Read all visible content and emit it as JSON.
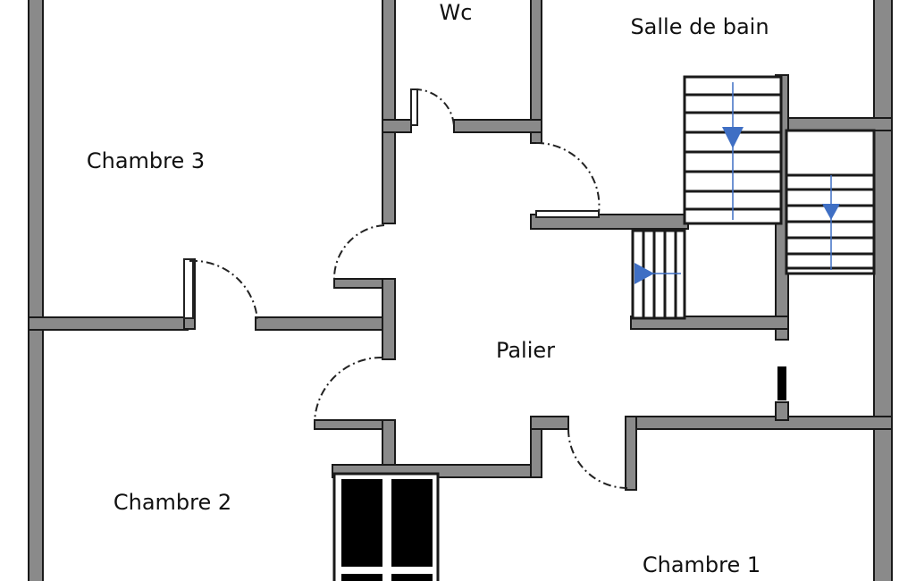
{
  "plan": {
    "rooms": [
      {
        "id": "wc",
        "label": "Wc"
      },
      {
        "id": "salle-de-bain",
        "label": "Salle de bain"
      },
      {
        "id": "chambre-3",
        "label": "Chambre 3"
      },
      {
        "id": "palier",
        "label": "Palier"
      },
      {
        "id": "chambre-2",
        "label": "Chambre 2"
      },
      {
        "id": "chambre-1",
        "label": "Chambre 1"
      }
    ],
    "colors": {
      "wall_fill": "#8a8a8a",
      "wall_outline": "#1a1a1a",
      "stair_arrow": "#3f6fc4",
      "cupboard": "#000000"
    },
    "stairs": [
      {
        "id": "stair-main",
        "direction": "down"
      },
      {
        "id": "stair-right",
        "direction": "down"
      },
      {
        "id": "stair-landing",
        "direction": "right"
      }
    ]
  }
}
